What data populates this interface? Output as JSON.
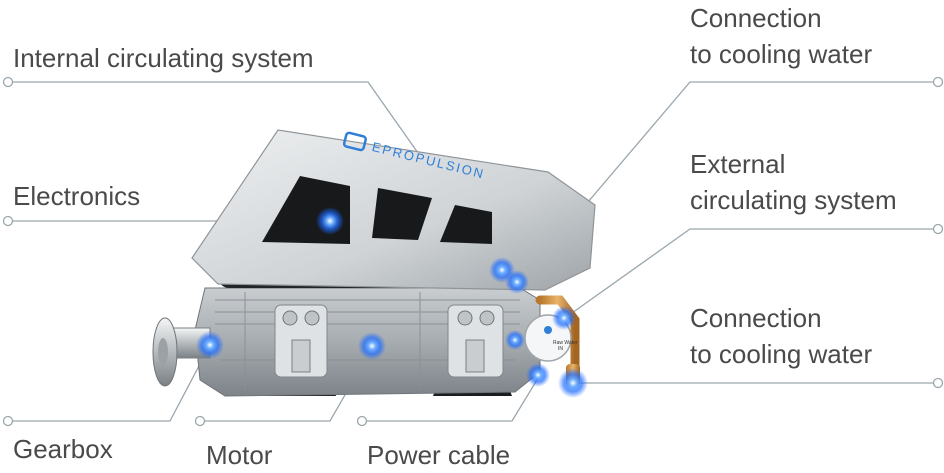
{
  "brand": {
    "logo_text": "EPROPULSION"
  },
  "module": {
    "line1": "Raw Water",
    "line2": "IN"
  },
  "labels": {
    "internal_circulating_system": "Internal circulating system",
    "electronics": "Electronics",
    "gearbox": "Gearbox",
    "motor": "Motor",
    "power_cable": "Power cable",
    "connection_top": {
      "line1": "Connection",
      "line2": "to cooling water"
    },
    "external_circulating_system": {
      "line1": "External",
      "line2": "circulating system"
    },
    "connection_bottom": {
      "line1": "Connection",
      "line2": "to cooling water"
    }
  },
  "colors": {
    "label_text": "#4a4a4a",
    "leader_line": "#9aa6ad",
    "marker_glow": "#1e6bff",
    "housing_light": "#e2e4e6",
    "housing_dark": "#8f9498",
    "logo_blue": "#2f7fd8"
  }
}
